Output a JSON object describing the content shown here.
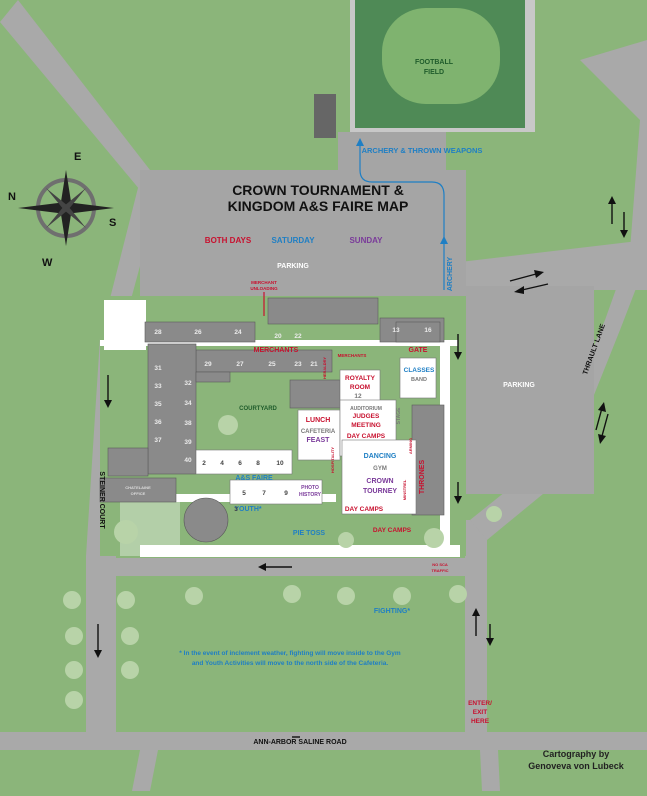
{
  "title": {
    "line1": "CROWN TOURNAMENT &",
    "line2": "KINGDOM A&S FAIRE MAP"
  },
  "legend": {
    "both_days": "BOTH DAYS",
    "saturday": "SATURDAY",
    "sunday": "SUNDAY"
  },
  "compass": {
    "n": "N",
    "e": "E",
    "s": "S",
    "w": "W"
  },
  "colors": {
    "grass": "#8bb57a",
    "road": "#a9a9a9",
    "lot": "#a5a5a5",
    "building": "#8a8a8a",
    "field": "#4f8a56",
    "both_days": "#c8102e",
    "saturday": "#1f7fc4",
    "sunday": "#7a3a9a"
  },
  "roads": {
    "steiner": "STEINER COURT",
    "thrall": "THRAULT LANE",
    "ann_arbor": "ANN-ARBOR SALINE ROAD"
  },
  "areas": {
    "football": "FOOTBALL",
    "field": "FIELD",
    "archery_thrown": "ARCHERY & THROWN WEAPONS",
    "parking_north": "PARKING",
    "parking_east": "PARKING",
    "archery": "ARCHERY",
    "merchant_unloading_1": "MERCHANT",
    "merchant_unloading_2": "UNLOADING",
    "merchants": "MERCHANTS",
    "merchants_small": "MERCHANTS",
    "courtyard": "COURTYARD",
    "royalty_1": "ROYALTY",
    "royalty_2": "ROOM",
    "gate": "GATE",
    "classes": "CLASSES",
    "band": "BAND",
    "lunch": "LUNCH",
    "cafeteria": "CAFETERIA",
    "feast": "FEAST",
    "auditorium": "AUDITORIUM",
    "judges_1": "JUDGES",
    "judges_2": "MEETING",
    "stage": "STAGE",
    "day_camps_1": "DAY CAMPS",
    "day_camps_2": "DAY CAMPS",
    "day_camps_3": "DAY CAMPS",
    "dancing": "DANCING",
    "gym": "GYM",
    "crown_1": "CROWN",
    "crown_2": "TOURNEY",
    "thrones": "THRONES",
    "hospitality": "HOSPITALITY",
    "as_faire": "A&S FAIRE",
    "photo_1": "PHOTO",
    "photo_2": "HISTORY",
    "youth": "YOUTH*",
    "pie_toss": "PIE TOSS",
    "fighting": "FIGHTING*",
    "enter_1": "ENTER/",
    "enter_2": "EXIT",
    "enter_3": "HERE",
    "heraldry": "HERALDRY",
    "arming": "ARMING",
    "chatelaine_1": "CHATELAINE",
    "chatelaine_2": "OFFICE",
    "minstrel": "MINSTREL",
    "nosoch_1": "NO SCA",
    "nosoch_2": "TRAFFIC"
  },
  "rooms": [
    "28",
    "26",
    "24",
    "20",
    "22",
    "29",
    "27",
    "25",
    "23",
    "21",
    "13",
    "16",
    "12",
    "31",
    "32",
    "33",
    "34",
    "35",
    "36",
    "37",
    "38",
    "39",
    "40",
    "2",
    "4",
    "6",
    "8",
    "10",
    "5",
    "7",
    "9",
    "3"
  ],
  "note": {
    "line1": "* In the event of inclement weather, fighting will move inside to the Gym",
    "line2": "and Youth Activities will move to the north side of the Cafeteria."
  },
  "credit": {
    "line1": "Cartography by",
    "line2": "Genoveva von Lubeck"
  }
}
